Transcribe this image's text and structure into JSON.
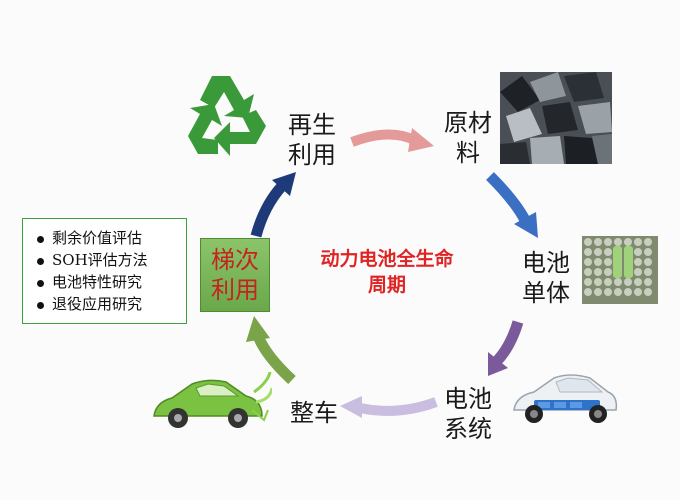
{
  "center_title": [
    "动力电池全生命",
    "周期"
  ],
  "nodes": {
    "recycle": [
      "再生",
      "利用"
    ],
    "raw": [
      "原材",
      "料"
    ],
    "cell": [
      "电池",
      "单体"
    ],
    "system": [
      "电池",
      "系统"
    ],
    "vehicle": "整车",
    "cascade": [
      "梯次",
      "利用"
    ]
  },
  "cascade_items": [
    "剩余价值评估",
    "SOH评估方法",
    "电池特性研究",
    "退役应用研究"
  ],
  "colors": {
    "title_red": "#e02424",
    "arrow_pink": "#e59a9a",
    "arrow_blue": "#3b6fc4",
    "arrow_purple": "#7a5a9a",
    "arrow_lavender": "#c9bde0",
    "arrow_green": "#7aa34a",
    "arrow_navy": "#1f3a78",
    "recycle_green": "#3a9a3a"
  },
  "icons": [
    "recycle-icon",
    "raw-materials-image",
    "battery-cells-image",
    "battery-system-car-image",
    "green-ev-car-image"
  ]
}
